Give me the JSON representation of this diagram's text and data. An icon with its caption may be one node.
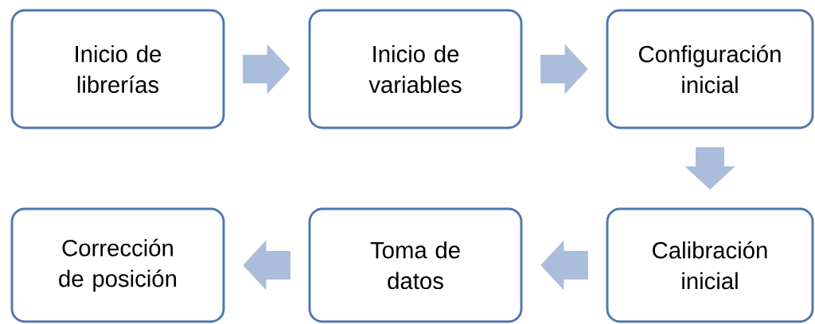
{
  "diagram": {
    "nodes": [
      {
        "text": [
          "Inicio de librerías"
        ]
      },
      {
        "text": [
          "Inicio de variables"
        ]
      },
      {
        "text": [
          "Configuración inicial"
        ]
      },
      {
        "text": [
          "Calibración inicial"
        ]
      },
      {
        "text": [
          "Toma de datos"
        ]
      },
      {
        "text": [
          "Corrección de posición"
        ]
      }
    ],
    "edges": [
      {
        "from": 0,
        "to": 1,
        "arrow": "to"
      },
      {
        "from": 1,
        "to": 2,
        "arrow": "to"
      },
      {
        "from": 2,
        "to": 3,
        "arrow": "to"
      },
      {
        "from": 3,
        "to": 4,
        "arrow": "to"
      },
      {
        "from": 4,
        "to": 5,
        "arrow": "to"
      }
    ]
  }
}
